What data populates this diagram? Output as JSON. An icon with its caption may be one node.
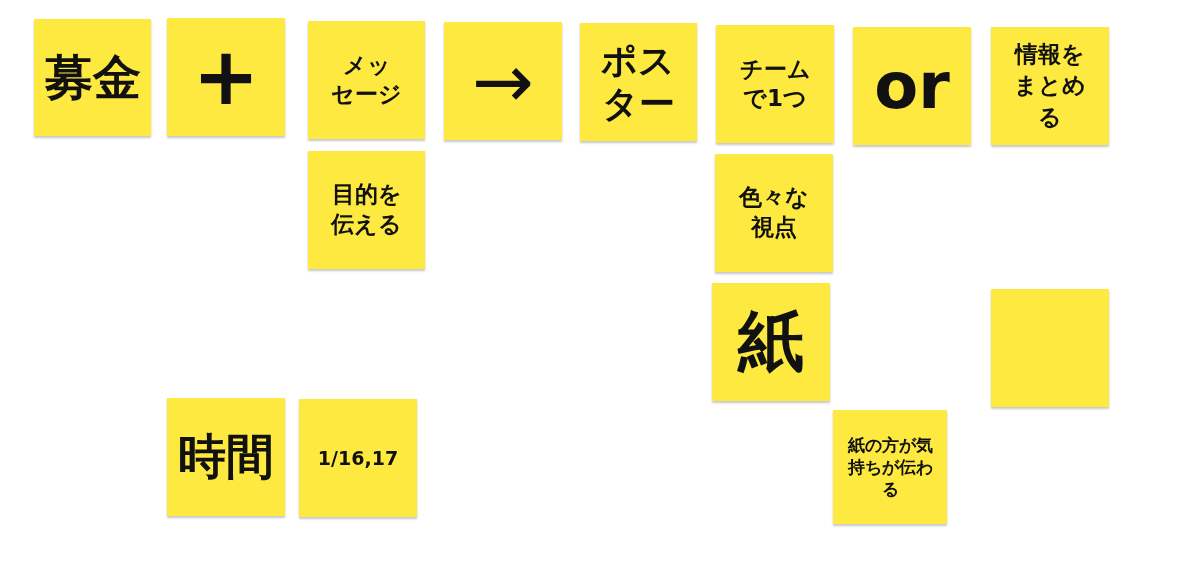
{
  "diagram": {
    "nodes": [
      {
        "text": [
          "募金"
        ]
      },
      {
        "text": [
          "+"
        ]
      },
      {
        "text": [
          "メッセージ"
        ]
      },
      {
        "text": [
          "→"
        ]
      },
      {
        "text": [
          "ポスター"
        ]
      },
      {
        "text": [
          "チームで1つ"
        ]
      },
      {
        "text": [
          "or"
        ]
      },
      {
        "text": [
          "情報をまとめる"
        ]
      },
      {
        "text": [
          "目的を伝える"
        ]
      },
      {
        "text": [
          "色々な視点"
        ]
      },
      {
        "text": [
          "紙"
        ]
      },
      {
        "text": [],
        "shape": "box"
      },
      {
        "text": [
          "時間"
        ]
      },
      {
        "text": [
          "1/16,17"
        ]
      },
      {
        "text": [
          "紙の方が気持ちが伝わる"
        ]
      }
    ]
  }
}
